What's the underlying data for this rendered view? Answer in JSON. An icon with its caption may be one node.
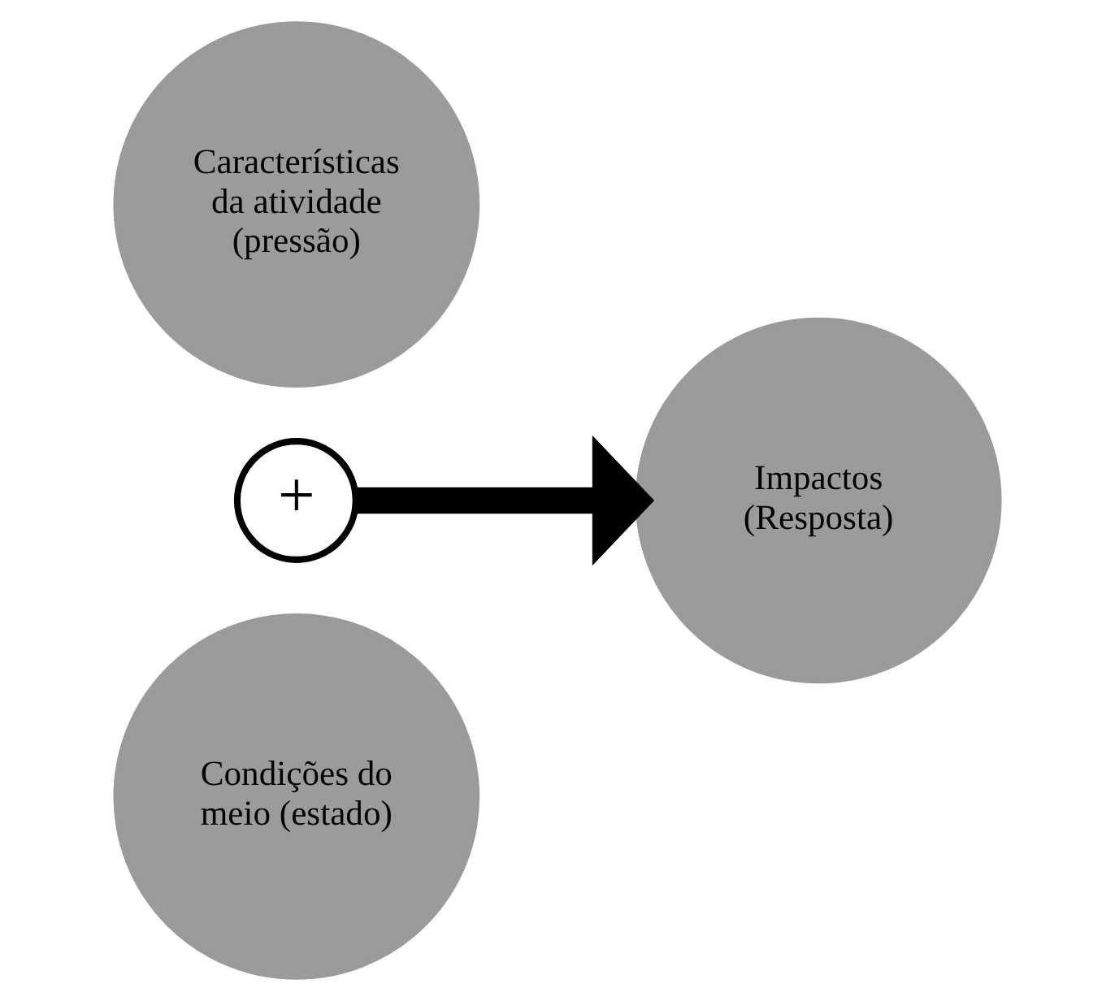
{
  "diagram": {
    "nodes": [
      {
        "text": [
          "Características da atividade (pressão)"
        ]
      },
      {
        "text": [
          "+"
        ]
      },
      {
        "text": [
          "Condições do meio (estado)"
        ]
      },
      {
        "text": [
          "Impactos (Resposta)"
        ]
      }
    ],
    "edges": [
      {
        "from": 1,
        "to": 3,
        "arrow": "to"
      }
    ]
  }
}
